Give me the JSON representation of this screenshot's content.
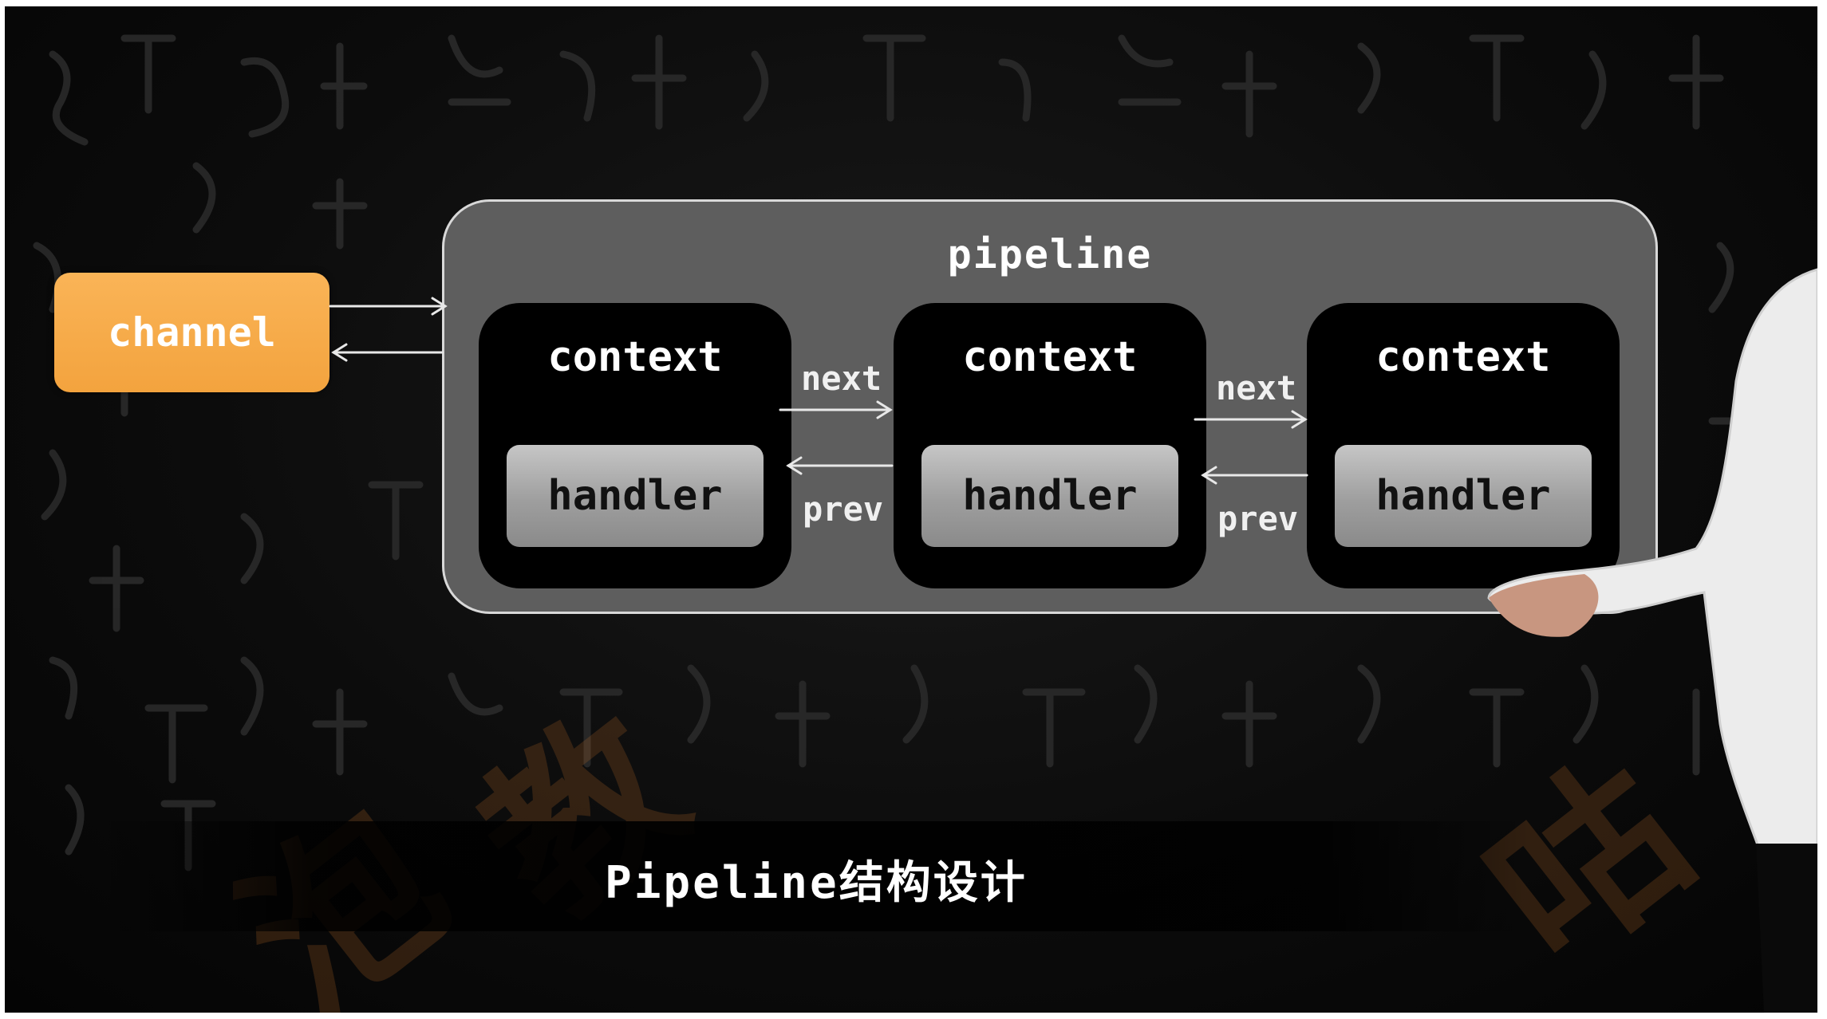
{
  "diagram": {
    "channel_label": "channel",
    "pipeline_label": "pipeline",
    "contexts": [
      {
        "title": "context",
        "handler": "handler"
      },
      {
        "title": "context",
        "handler": "handler"
      },
      {
        "title": "context",
        "handler": "handler"
      }
    ],
    "links": [
      {
        "next": "next",
        "prev": "prev"
      },
      {
        "next": "next",
        "prev": "prev"
      }
    ]
  },
  "caption": "Pipeline结构设计",
  "colors": {
    "channel": "#f3a33e",
    "pipeline": "#5e5e5e",
    "context": "#000000",
    "handler": "#a8a8a8"
  }
}
